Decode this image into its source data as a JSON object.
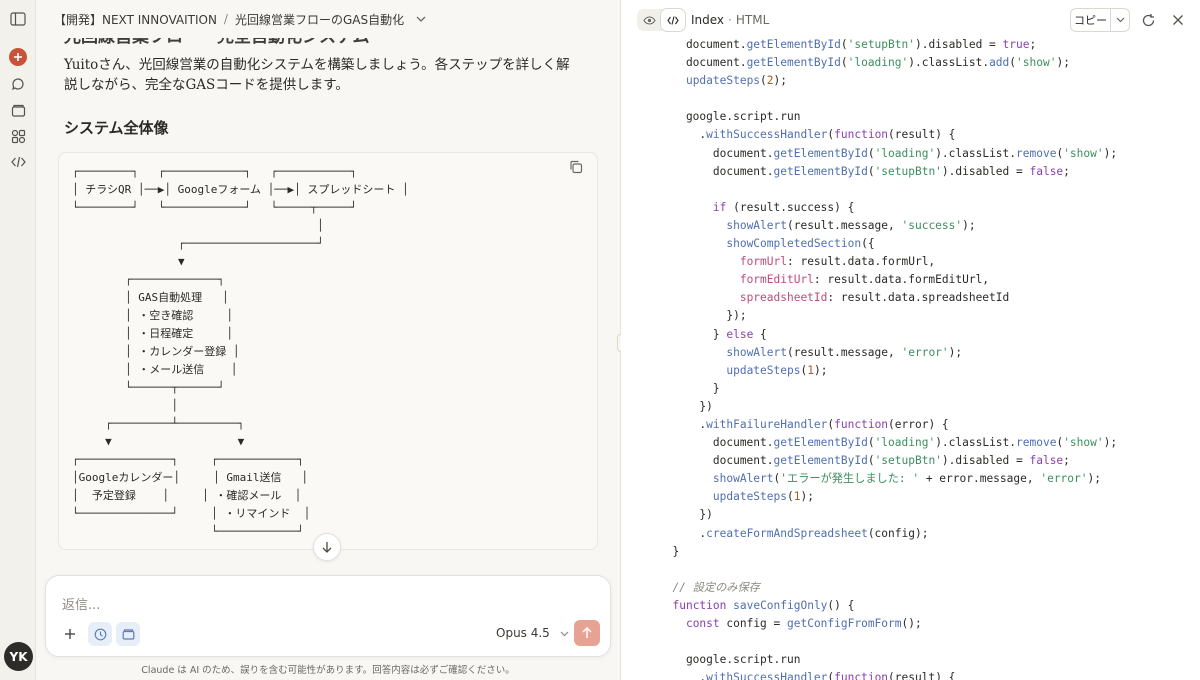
{
  "rail": {
    "icons": [
      "sidebar-toggle-icon",
      "new-chat-icon",
      "chats-icon",
      "projects-icon",
      "artifacts-icon",
      "code-icon"
    ],
    "avatar_initials": "YK"
  },
  "chat": {
    "breadcrumb_project": "【開発】NEXT INNOVAITION",
    "breadcrumb_sep": "/",
    "breadcrumb_chat": "光回線営業フローのGAS自動化",
    "cut_heading": "光回線営業フロー　完全自動化システム",
    "intro": "Yuitoさん、光回線営業の自動化システムを構築しましょう。各ステップを詳しく解説しながら、完全なGASコードを提供します。",
    "section_title": "システム全体像",
    "diagram_lines": [
      "┌────────┐   ┌────────────┐   ┌───────────┐",
      "│ チラシQR │──▶│ Googleフォーム │──▶│ スプレッドシート │",
      "└────────┘   └────────────┘   └─────┬─────┘",
      "                                     │",
      "                ┌────────────────────┘",
      "                ▼",
      "        ┌─────────────┐",
      "        │ GAS自動処理   │",
      "        │ ・空き確認     │",
      "        │ ・日程確定     │",
      "        │ ・カレンダー登録 │",
      "        │ ・メール送信    │",
      "        └──────┬──────┘",
      "               │",
      "     ┌─────────┴─────────┐",
      "     ▼                   ▼",
      "┌──────────────┐     ┌────────────┐",
      "│Googleカレンダー│     │ Gmail送信   │",
      "│  予定登録    │     │ ・確認メール  │",
      "└──────────────┘     │ ・リマインド  │",
      "                     └────────────┘"
    ],
    "composer_placeholder": "返信...",
    "model_label": "Opus 4.5",
    "disclaimer": "Claude は AI のため、誤りを含む可能性があります。回答内容は必ずご確認ください。"
  },
  "artifact": {
    "title": "Index",
    "type": "HTML",
    "copy_label": "コピー",
    "code_lines": [
      "    document.getElementById('setupBtn').disabled = true;",
      "    document.getElementById('loading').classList.add('show');",
      "    updateSteps(2);",
      "",
      "    google.script.run",
      "      .withSuccessHandler(function(result) {",
      "        document.getElementById('loading').classList.remove('show');",
      "        document.getElementById('setupBtn').disabled = false;",
      "",
      "        if (result.success) {",
      "          showAlert(result.message, 'success');",
      "          showCompletedSection({",
      "            formUrl: result.data.formUrl,",
      "            formEditUrl: result.data.formEditUrl,",
      "            spreadsheetId: result.data.spreadsheetId",
      "          });",
      "        } else {",
      "          showAlert(result.message, 'error');",
      "          updateSteps(1);",
      "        }",
      "      })",
      "      .withFailureHandler(function(error) {",
      "        document.getElementById('loading').classList.remove('show');",
      "        document.getElementById('setupBtn').disabled = false;",
      "        showAlert('エラーが発生しました: ' + error.message, 'error');",
      "        updateSteps(1);",
      "      })",
      "      .createFormAndSpreadsheet(config);",
      "  }",
      "",
      "  // 設定のみ保存",
      "  function saveConfigOnly() {",
      "    const config = getConfigFromForm();",
      "",
      "    google.script.run",
      "      .withSuccessHandler(function(result) {"
    ]
  }
}
